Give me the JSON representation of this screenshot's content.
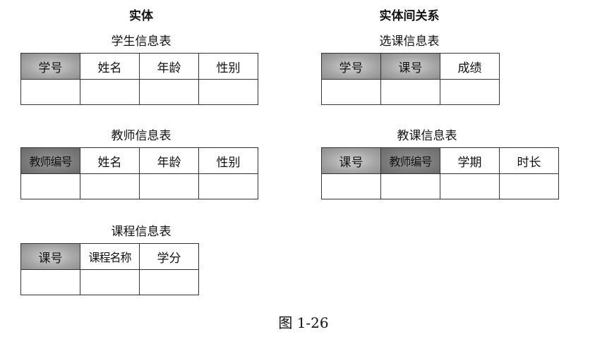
{
  "headings": {
    "entities": "实体",
    "relations": "实体间关系"
  },
  "tables": {
    "student": {
      "title": "学生信息表",
      "columns": [
        "学号",
        "姓名",
        "年龄",
        "性别"
      ]
    },
    "teacher": {
      "title": "教师信息表",
      "columns": [
        "教师编号",
        "姓名",
        "年龄",
        "性别"
      ]
    },
    "course": {
      "title": "课程信息表",
      "columns": [
        "课号",
        "课程名称",
        "学分"
      ]
    },
    "enroll": {
      "title": "选课信息表",
      "columns": [
        "学号",
        "课号",
        "成绩"
      ]
    },
    "teaching": {
      "title": "教课信息表",
      "columns": [
        "课号",
        "教师编号",
        "学期",
        "时长"
      ]
    }
  },
  "caption": "图 1-26",
  "colors": {
    "key_light": "#a8a8a8",
    "key_dark": "#7a7a7a",
    "border": "#333333"
  }
}
